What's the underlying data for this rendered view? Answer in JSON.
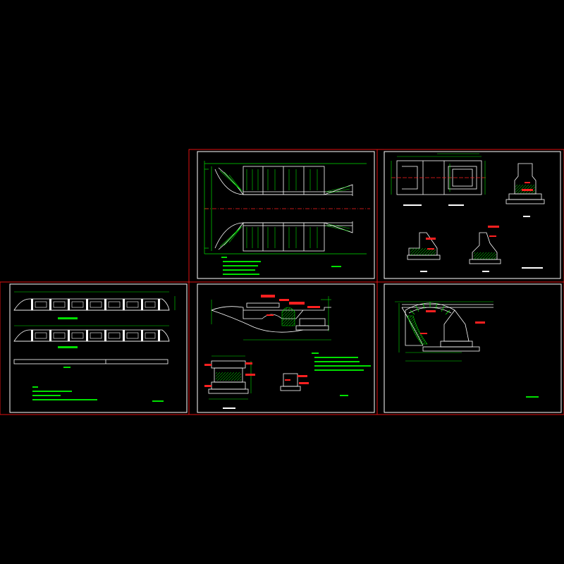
{
  "colors": {
    "background": "#000000",
    "layout_border": "#e01010",
    "sheet_frame": "#ffffff",
    "geometry": "#ffffff",
    "dimension": "#00e000",
    "annotation_red": "#ff2020",
    "center_line": "#ff2020",
    "hatch_green": "#00c800"
  },
  "sheets": [
    {
      "id": "plan",
      "description_visible": false
    },
    {
      "id": "details",
      "description_visible": false
    },
    {
      "id": "railing",
      "description_visible": false
    },
    {
      "id": "elevation-sections",
      "description_visible": false
    },
    {
      "id": "arch-elevation",
      "description_visible": false
    }
  ]
}
